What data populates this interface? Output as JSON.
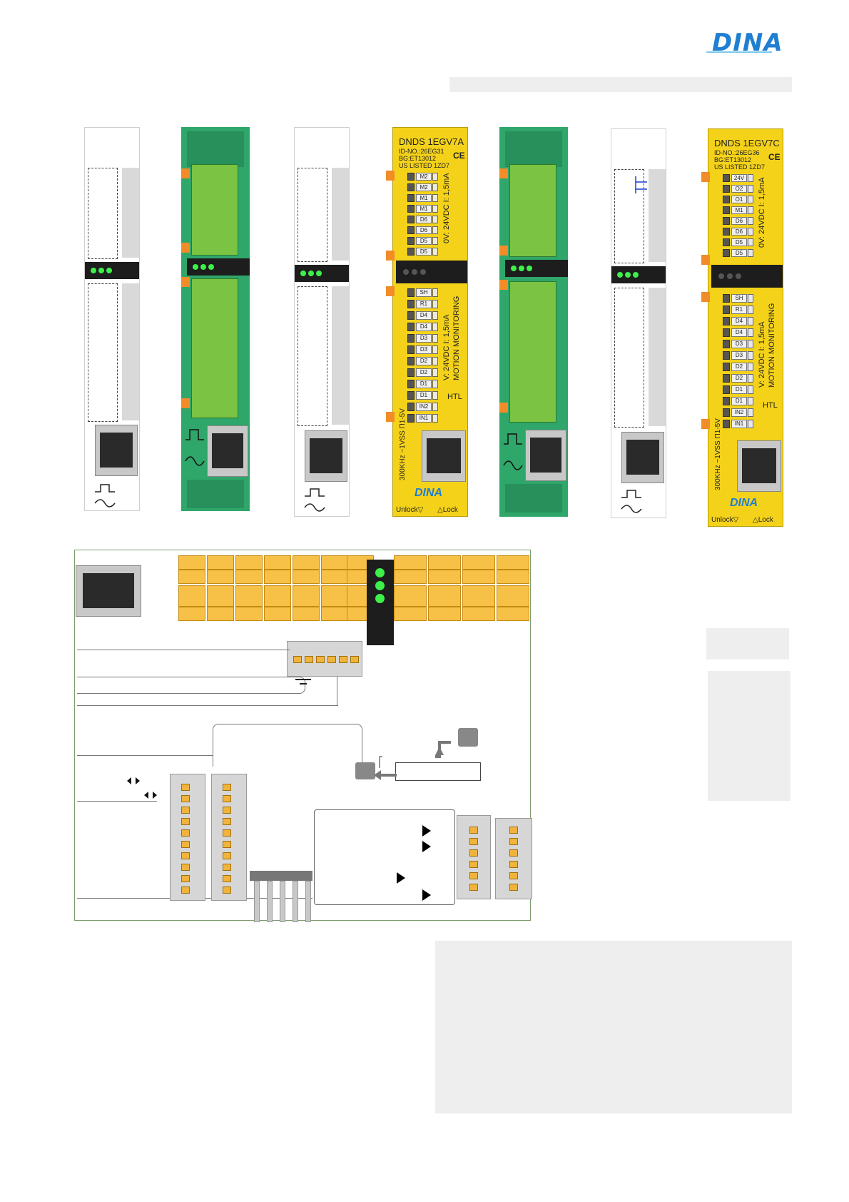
{
  "brand": {
    "logo_text": "DINA",
    "brand_color": "#1f7fd1"
  },
  "modules": [
    {
      "id": "m1",
      "variant": "white-schematic"
    },
    {
      "id": "m2",
      "variant": "green"
    },
    {
      "id": "m3",
      "variant": "white-schematic"
    },
    {
      "id": "m4",
      "variant": "yellow",
      "title": "DNDS 1EGV7A",
      "id_no": "ID-NO.:26EG31",
      "bg": "BG:ET13012",
      "listed": "US LISTED 1ZD7",
      "upper_terminals": [
        "M2",
        "M2",
        "M1",
        "M1",
        "D6",
        "D6",
        "D5",
        "D5"
      ],
      "upper_spec": "0V: 24VDC  I: 1,5mA",
      "lower_terminals": [
        "SH",
        "R1",
        "D4",
        "D4",
        "D3",
        "D3",
        "D2",
        "D2",
        "D1",
        "D1",
        "IN2",
        "IN1"
      ],
      "lower_spec": "V: 24VDC  I: 1,5mA",
      "lower_function": "MOTION MONITORING",
      "signal_type": "HTL",
      "encoder_spec": "300KHz ~1VSS Π1-5V",
      "unlock": "Unlock▽",
      "lock": "△Lock"
    },
    {
      "id": "m5",
      "variant": "green"
    },
    {
      "id": "m6",
      "variant": "white-schematic"
    },
    {
      "id": "m7",
      "variant": "yellow",
      "title": "DNDS 1EGV7C",
      "id_no": "ID-NO.:26EG36",
      "bg": "BG:ET13012",
      "listed": "US LISTED 1ZD7",
      "upper_terminals": [
        "24V",
        "O2",
        "O1",
        "M1",
        "D6",
        "D6",
        "D5",
        "D5"
      ],
      "upper_spec": "0V: 24VDC  I: 1,5mA",
      "lower_terminals": [
        "SH",
        "R1",
        "D4",
        "D4",
        "D3",
        "D3",
        "D2",
        "D2",
        "D1",
        "D1",
        "IN2",
        "IN1"
      ],
      "lower_spec": "V: 24VDC  I: 1,5mA",
      "lower_function": "MOTION MONITORING",
      "signal_type": "HTL",
      "encoder_spec": "300KHz ~1VSS Π1-5V",
      "unlock": "Unlock▽",
      "lock": "△Lock"
    }
  ],
  "colors": {
    "module_yellow": "#f4d21a",
    "module_green": "#2fa66a",
    "terminal_orange": "#f6a623",
    "led_green": "#3df04a",
    "schematic_box": "#f7c046"
  }
}
